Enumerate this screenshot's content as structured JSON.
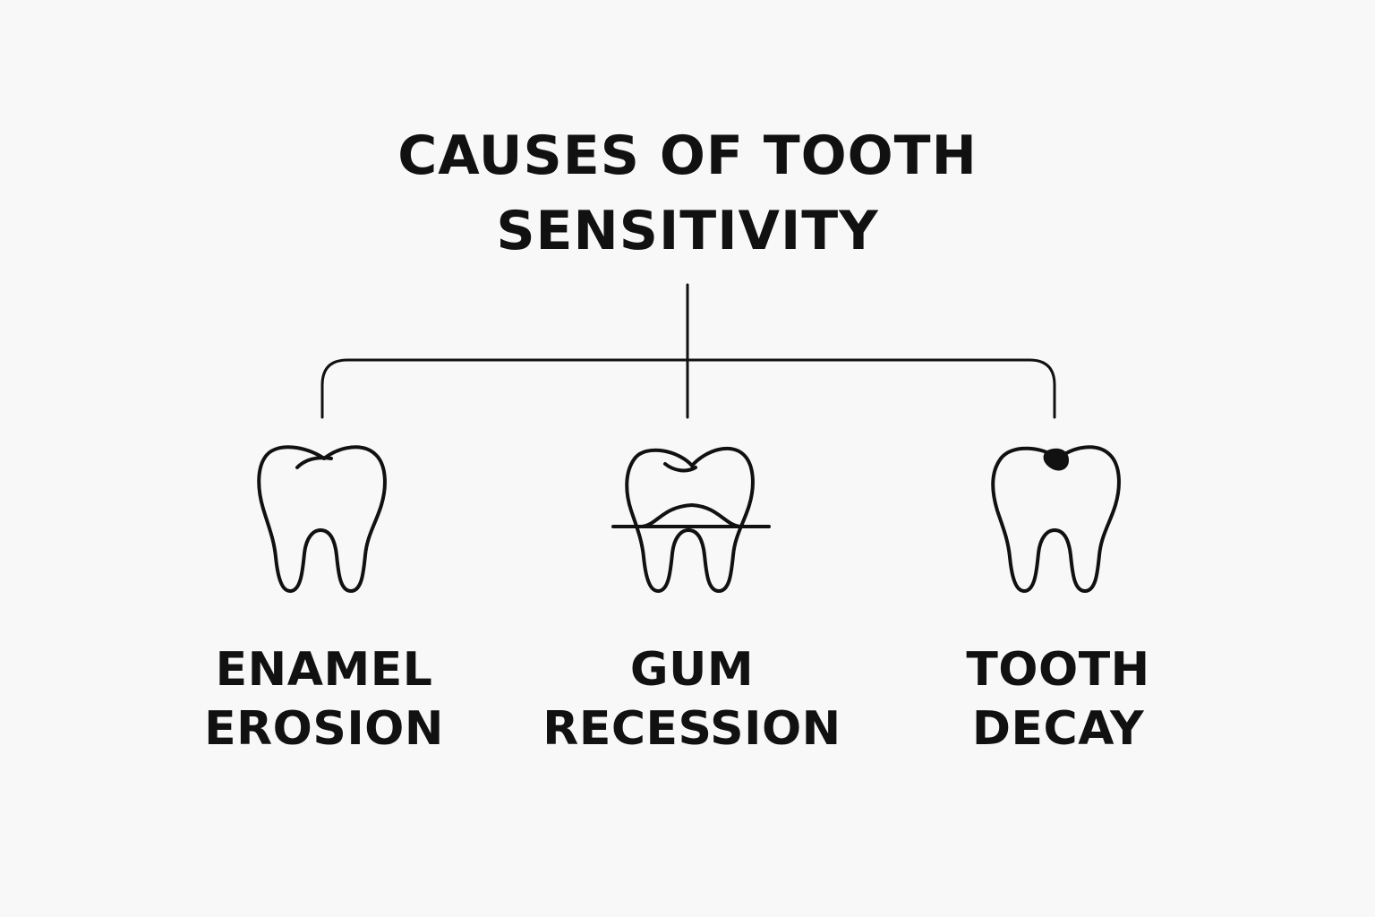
{
  "title": {
    "line1": "CAUSES OF TOOTH",
    "line2": "SENSITIVITY"
  },
  "causes": [
    {
      "line1": "ENAMEL",
      "line2": "EROSION",
      "icon": "tooth-enamel-erosion-icon"
    },
    {
      "line1": "GUM",
      "line2": "RECESSION",
      "icon": "tooth-gum-recession-icon"
    },
    {
      "line1": "TOOTH",
      "line2": "DECAY",
      "icon": "tooth-decay-icon"
    }
  ],
  "colors": {
    "background": "#f8f8f8",
    "ink": "#111111"
  }
}
